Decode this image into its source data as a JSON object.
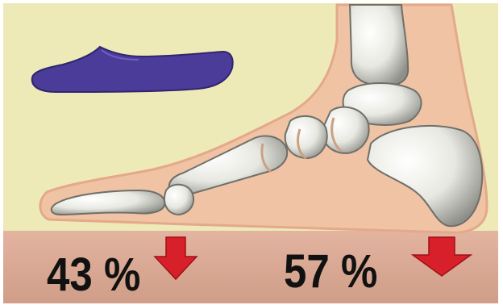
{
  "diagram": {
    "forefoot_load": {
      "label": "43 %",
      "value_percent": 43
    },
    "heel_load": {
      "label": "57 %",
      "value_percent": 57
    },
    "colors": {
      "background": "#eeeab7",
      "skin": "#efc3a3",
      "bone": "#f2f2ee",
      "floor": "#d8a792",
      "arrow": "#d8202a",
      "shoe": "#4a3c98"
    },
    "icons": [
      "ballet-flat-shoe-icon",
      "down-arrow-icon"
    ]
  }
}
